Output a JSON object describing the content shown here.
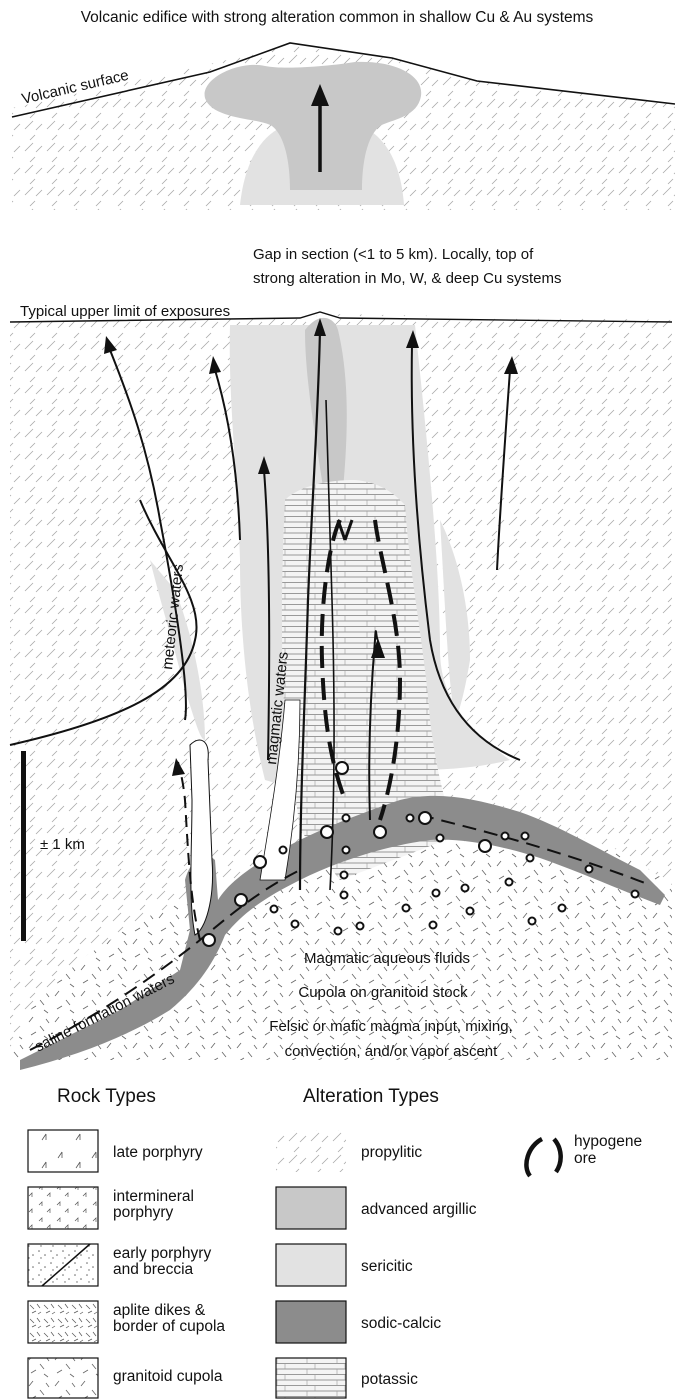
{
  "section": {
    "title": "Volcanic edifice with strong alteration common in shallow Cu & Au systems",
    "volcanic_surface": "Volcanic surface",
    "gap_line1": "Gap in section (<1 to 5 km).  Locally,  top of",
    "gap_line2": "strong alteration in Mo, W,  & deep Cu systems",
    "upper_limit": "Typical upper limit of exposures",
    "meteoric": "meteoric waters",
    "magmatic": "magmatic waters",
    "saline": "saline formation waters",
    "scale": "± 1 km",
    "fluids": "Magmatic aqueous fluids",
    "cupola": "Cupola on granitoid stock",
    "input_line1": "Felsic or mafic magma input, mixing,",
    "input_line2": "convection, and/or vapor ascent"
  },
  "legend": {
    "rock_title": "Rock Types",
    "alteration_title": "Alteration Types",
    "rocks": [
      "late porphyry",
      "intermineral porphyry",
      "early porphyry and breccia",
      "aplite dikes & border of cupola",
      "granitoid cupola"
    ],
    "rock_lines": [
      [
        "late porphyry"
      ],
      [
        "intermineral",
        "porphyry"
      ],
      [
        "early porphyry",
        "and breccia"
      ],
      [
        "aplite dikes &",
        "border of cupola"
      ],
      [
        "granitoid cupola"
      ]
    ],
    "alterations": [
      "propylitic",
      "advanced argillic",
      "sericitic",
      "sodic-calcic",
      "potassic"
    ],
    "ore_line1": "hypogene",
    "ore_line2": "ore"
  },
  "colors": {
    "advanced_argillic": "#c8c8c8",
    "sericitic": "#e2e2e2",
    "sodic_calcic": "#8c8c8c",
    "potassic": "#f2f2f2",
    "line": "#111111"
  }
}
